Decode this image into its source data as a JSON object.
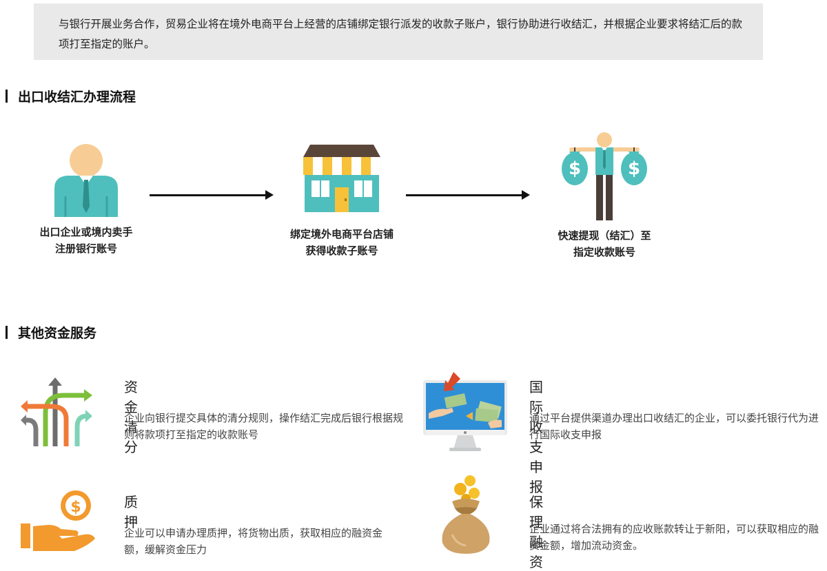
{
  "intro": {
    "text": "与银行开展业务合作，贸易企业将在境外电商平台上经营的店铺绑定银行派发的收款子账户，银行协助进行收结汇，并根据企业要求将结汇后的款项打至指定的账户。"
  },
  "flow_section": {
    "title": "出口收结汇办理流程",
    "steps": [
      {
        "line1": "出口企业或境内卖手",
        "line2": "注册银行账号",
        "icon": "person-icon"
      },
      {
        "line1": "绑定境外电商平台店铺",
        "line2": "获得收款子账号",
        "icon": "storefront-icon"
      },
      {
        "line1": "快速提现（结汇）至",
        "line2": "指定收款账号",
        "icon": "person-money-bags-icon"
      }
    ]
  },
  "services_section": {
    "title": "其他资金服务",
    "items": [
      {
        "title": "资金清分",
        "desc": "企业向银行提交具体的清分规则，操作结汇完成后银行根据规则将款项打至指定的收款账号",
        "icon": "split-arrows-icon"
      },
      {
        "title": "国际收支申报",
        "desc": "通过平台提供渠道办理出口收结汇的企业，可以委托银行代为进行国际收支申报",
        "icon": "monitor-money-exchange-icon"
      },
      {
        "title": "质押",
        "desc": "企业可以申请办理质押，将货物出质，获取相应的融资金额，缓解资金压力",
        "icon": "hand-coin-icon"
      },
      {
        "title": "保理融资",
        "desc": "企业通过将合法拥有的应收账款转让于新阳，可以获取相应的融资金额，增加流动资金。",
        "icon": "money-sack-icon"
      }
    ]
  },
  "colors": {
    "teal": "#4fbfbd",
    "skin": "#f7cd95",
    "orange": "#f29a2e",
    "intro_bg": "#e9e9e9"
  }
}
